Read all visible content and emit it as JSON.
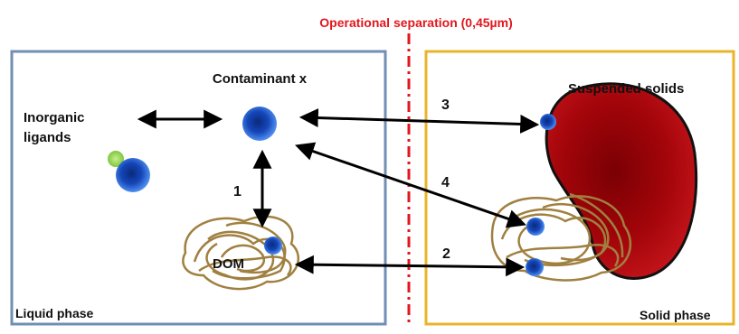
{
  "separator_label": "Operational separation (0,45µm)",
  "labels": {
    "contaminant": "Contaminant x",
    "inorganic_line1": "Inorganic",
    "inorganic_line2": "ligands",
    "suspended_solids": "Suspended solids",
    "dom": "DOM",
    "liquid_phase": "Liquid phase",
    "solid_phase": "Solid phase"
  },
  "arrow_numbers": {
    "n1": "1",
    "n2": "2",
    "n3": "3",
    "n4": "4"
  },
  "colors": {
    "liquid_box": "#6f8fb3",
    "solid_box": "#e9b42a",
    "separator": "#e3161e",
    "particle_blue": "#1f5fd6",
    "ligand_green": "#8fd14f",
    "solid_red": "#a3050a",
    "dom_tangle": "#a08040"
  }
}
